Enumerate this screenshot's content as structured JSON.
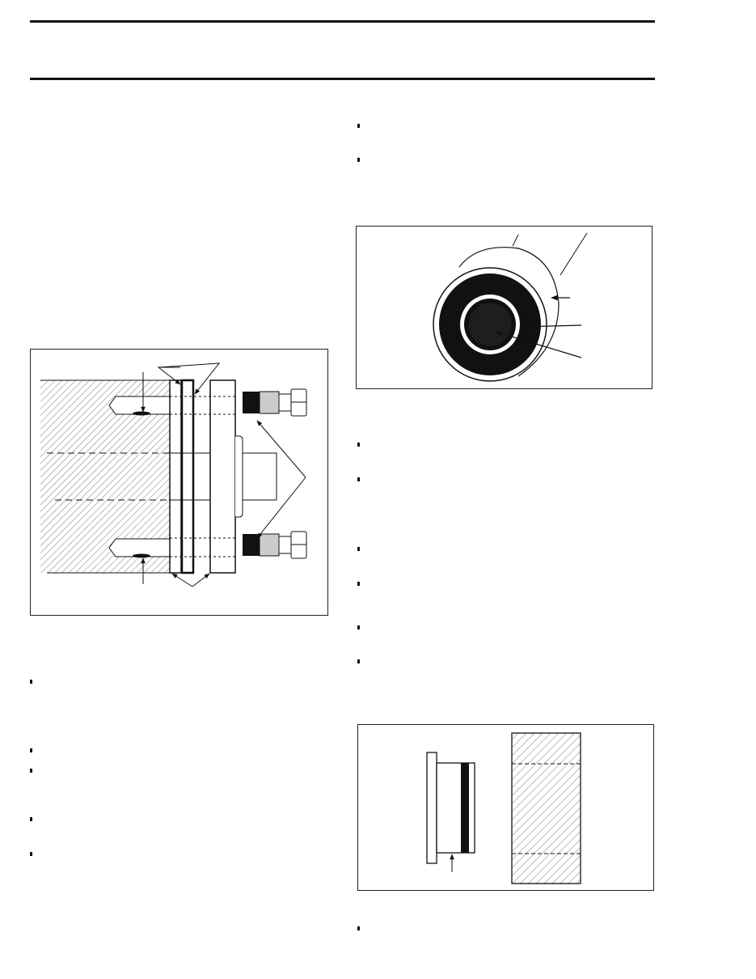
{
  "page": {
    "ink_color": "#111111",
    "background_color": "#ffffff"
  },
  "figures": [
    {
      "name": "puller-assembly-cross-section"
    },
    {
      "name": "bearing-seal-end-view"
    },
    {
      "name": "seal-installer-and-housing"
    }
  ],
  "bullet_icon": "square-bullet"
}
